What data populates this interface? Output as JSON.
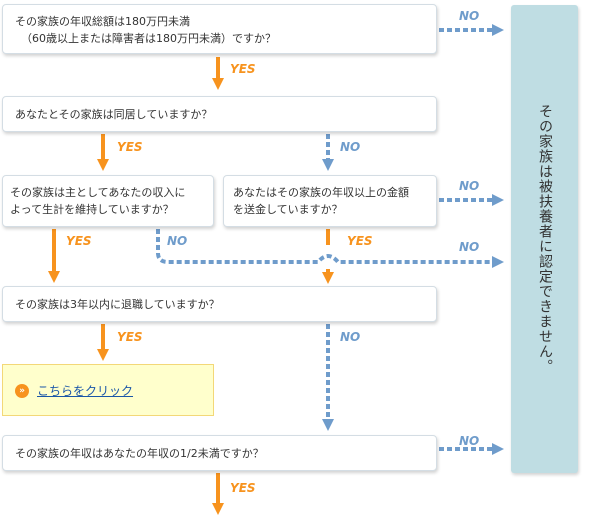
{
  "questions": {
    "q1_line1": "その家族の年収総額は180万円未満",
    "q1_line2": "（60歳以上または障害者は180万円未満）ですか？",
    "q2": "あなたとその家族は同居していますか？",
    "q3_line1": "その家族は主としてあなたの収入に",
    "q3_line2": "よって生計を維持していますか？",
    "q4_line1": "あなたはその家族の年収以上の金額",
    "q4_line2": "を送金していますか？",
    "q5": "その家族は3年以内に退職していますか？",
    "q6": "その家族の年収はあなたの年収の1/2未満ですか？"
  },
  "result_panel": {
    "text": "その家族は被扶養者に認定できません。"
  },
  "cta": {
    "icon_glyph": "»",
    "link_text": "こちらをクリック"
  },
  "answers": {
    "yes": "YES",
    "no": "NO"
  },
  "colors": {
    "yes_arrow": "#f7931e",
    "no_arrow": "#6f9ccb",
    "result_panel_bg": "#bfdde3",
    "cta_bg": "#ffffcc",
    "link": "#1a56a8"
  }
}
